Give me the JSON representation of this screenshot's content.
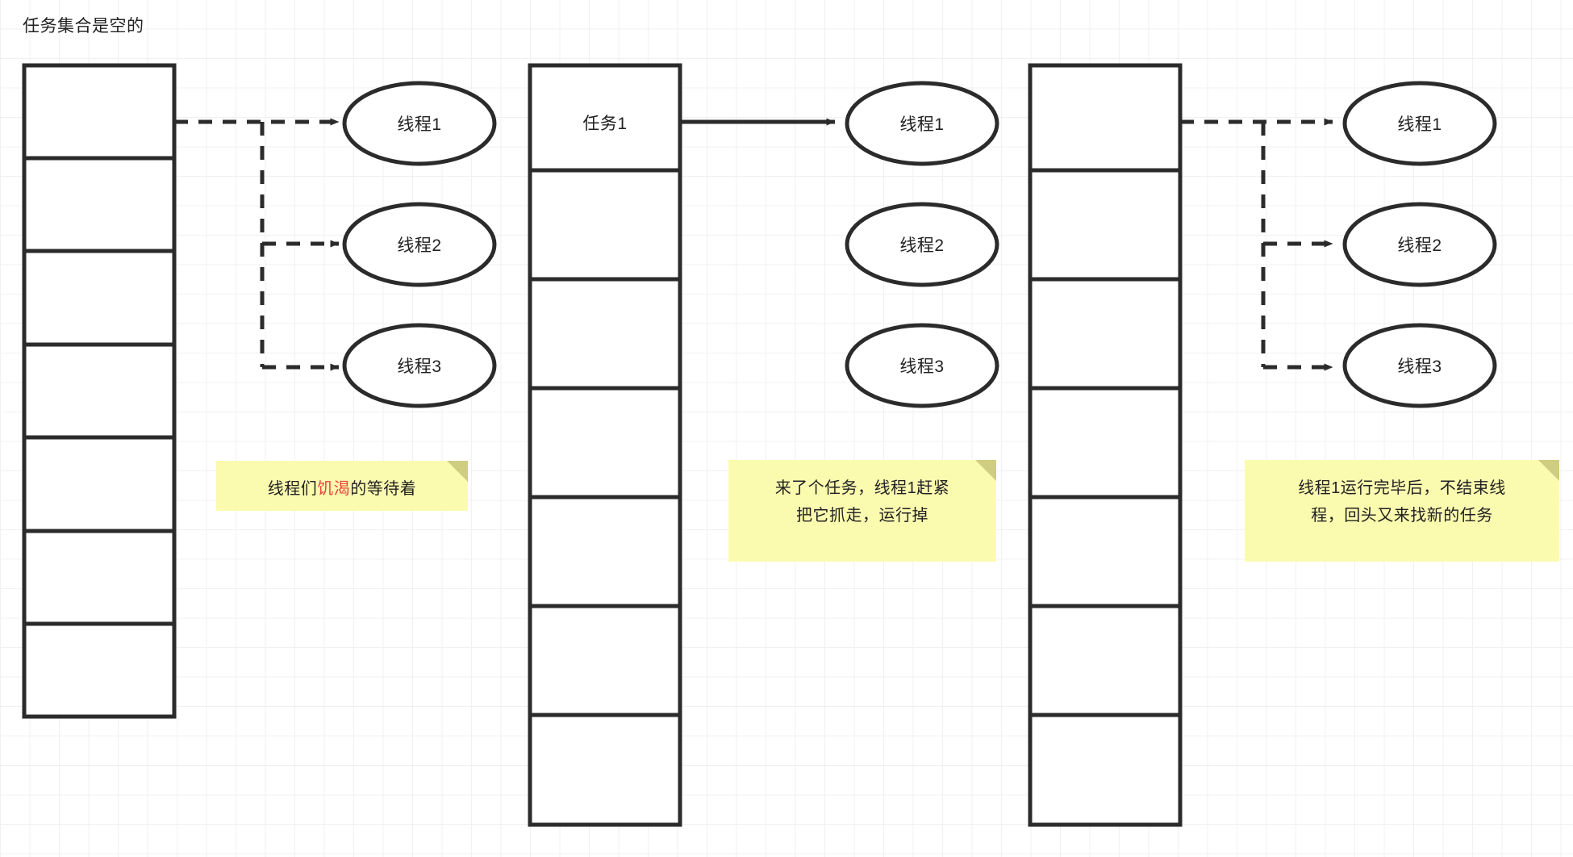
{
  "diagram": {
    "title": "任务集合是空的",
    "background": {
      "grid_minor_color": "#f1f1f1",
      "grid_major_color": "#e6e6e6",
      "paper_color": "#ffffff"
    },
    "stroke_color": "#2b2b2b",
    "accent_color": "#e8453c",
    "note_color": "#fbfbb0",
    "note_fold_color": "#cfcd7f",
    "panels": [
      {
        "id": "panel-1",
        "queue": {
          "name": "task-queue-empty",
          "cells": [
            "",
            "",
            "",
            "",
            "",
            "",
            ""
          ]
        },
        "link_style": "dashed",
        "threads": [
          {
            "label": "线程1"
          },
          {
            "label": "线程2"
          },
          {
            "label": "线程3"
          }
        ],
        "note": {
          "lines": [
            [
              {
                "text": "线程们",
                "highlight": false
              },
              {
                "text": "饥渴",
                "highlight": true
              },
              {
                "text": "的等待着",
                "highlight": false
              }
            ]
          ]
        }
      },
      {
        "id": "panel-2",
        "queue": {
          "name": "task-queue-one-task",
          "cells": [
            "任务1",
            "",
            "",
            "",
            "",
            "",
            ""
          ]
        },
        "link_style": "solid",
        "threads": [
          {
            "label": "线程1"
          },
          {
            "label": "线程2"
          },
          {
            "label": "线程3"
          }
        ],
        "note": {
          "lines": [
            [
              {
                "text": "来了个任务，线程1赶紧",
                "highlight": false
              }
            ],
            [
              {
                "text": "把它抓走，运行掉",
                "highlight": false
              }
            ]
          ]
        }
      },
      {
        "id": "panel-3",
        "queue": {
          "name": "task-queue-empty-again",
          "cells": [
            "",
            "",
            "",
            "",
            "",
            "",
            ""
          ]
        },
        "link_style": "dashed",
        "threads": [
          {
            "label": "线程1"
          },
          {
            "label": "线程2"
          },
          {
            "label": "线程3"
          }
        ],
        "note": {
          "lines": [
            [
              {
                "text": "线程1运行完毕后，不结束线",
                "highlight": false
              }
            ],
            [
              {
                "text": "程，回头又来找新的任务",
                "highlight": false
              }
            ]
          ]
        }
      }
    ]
  }
}
